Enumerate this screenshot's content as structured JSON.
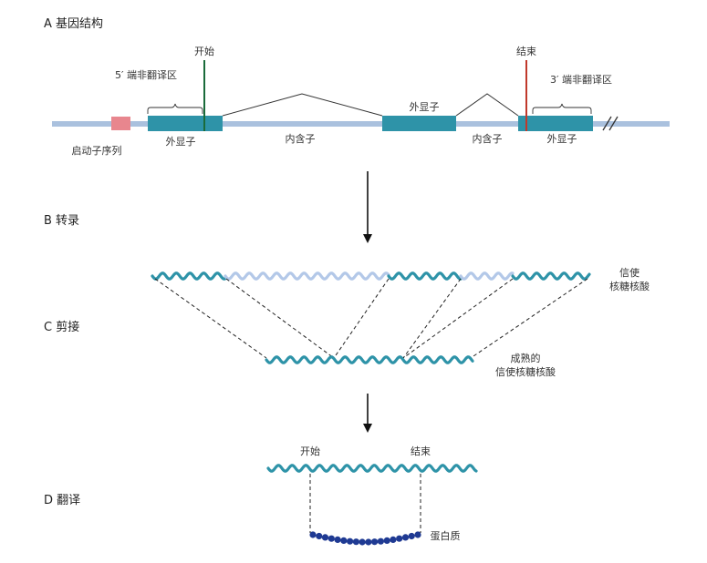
{
  "sections": {
    "a": "A  基因结构",
    "b": "B  转录",
    "c": "C  剪接",
    "d": "D  翻译"
  },
  "gene": {
    "start": "开始",
    "stop": "结束",
    "utr5": "5′ 端非翻译区",
    "utr3": "3′ 端非翻译区",
    "promoter": "启动子序列",
    "exon1": "外显子",
    "exon2": "外显子",
    "exon3": "外显子",
    "intron1": "内含子",
    "intron2": "内含子"
  },
  "mrna": {
    "line1": "信使",
    "line2": "核糖核酸"
  },
  "mature": {
    "line1": "成熟的",
    "line2": "信使核糖核酸"
  },
  "translation": {
    "start": "开始",
    "stop": "结束",
    "protein": "蛋白质"
  },
  "colors": {
    "exon": "#2e93a8",
    "dna": "#aac1de",
    "promoter": "#e8868e",
    "start_marker": "#1a6b3a",
    "stop_marker": "#c0392b",
    "intron_rna": "#b3c8e8",
    "protein": "#1f3a93"
  },
  "protein_beads": 18
}
